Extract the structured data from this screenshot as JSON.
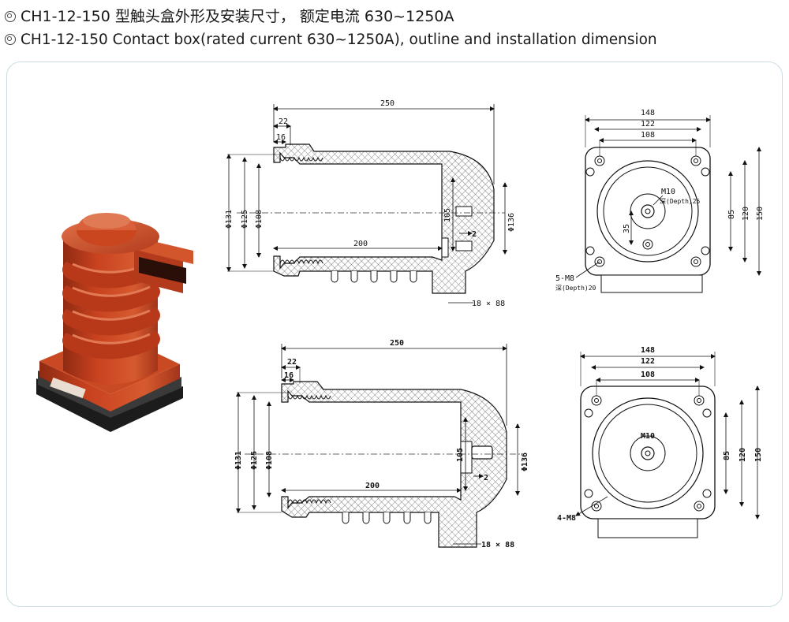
{
  "header": {
    "title_cn": "CH1-12-150 型触头盒外形及安装尺寸， 额定电流 630~1250A",
    "title_en": "CH1-12-150 Contact box(rated current 630~1250A), outline and installation dimension"
  },
  "drawing_top": {
    "length": "250",
    "d22": "22",
    "d16": "16",
    "phi131": "Φ131",
    "phi125": "Φ125",
    "phi108": "Φ108",
    "inner_depth": "200",
    "h105": "105",
    "phi136": "Φ136",
    "gap2": "2",
    "slot": "18 × 88",
    "w148": "148",
    "w122": "122",
    "w108": "108",
    "m10": "M10",
    "m10_depth": "深(Depth)25",
    "d35": "35",
    "h85": "85",
    "h120": "120",
    "h150": "150",
    "holes": "5-M8",
    "holes_depth": "深(Depth)20"
  },
  "drawing_bottom": {
    "length": "250",
    "d22": "22",
    "d16": "16",
    "phi131": "Φ131",
    "phi125": "Φ125",
    "phi108": "Φ108",
    "inner_depth": "200",
    "h105": "105",
    "phi136": "Φ136",
    "gap2": "2",
    "slot": "18 × 88",
    "w148": "148",
    "w122": "122",
    "w108": "108",
    "m10": "M10",
    "h85": "85",
    "h120": "120",
    "h150": "150",
    "holes": "4-M8"
  },
  "colors": {
    "product_body": "#c8421f",
    "product_shade": "#8f2a12",
    "panel_border": "#c9dde4"
  }
}
